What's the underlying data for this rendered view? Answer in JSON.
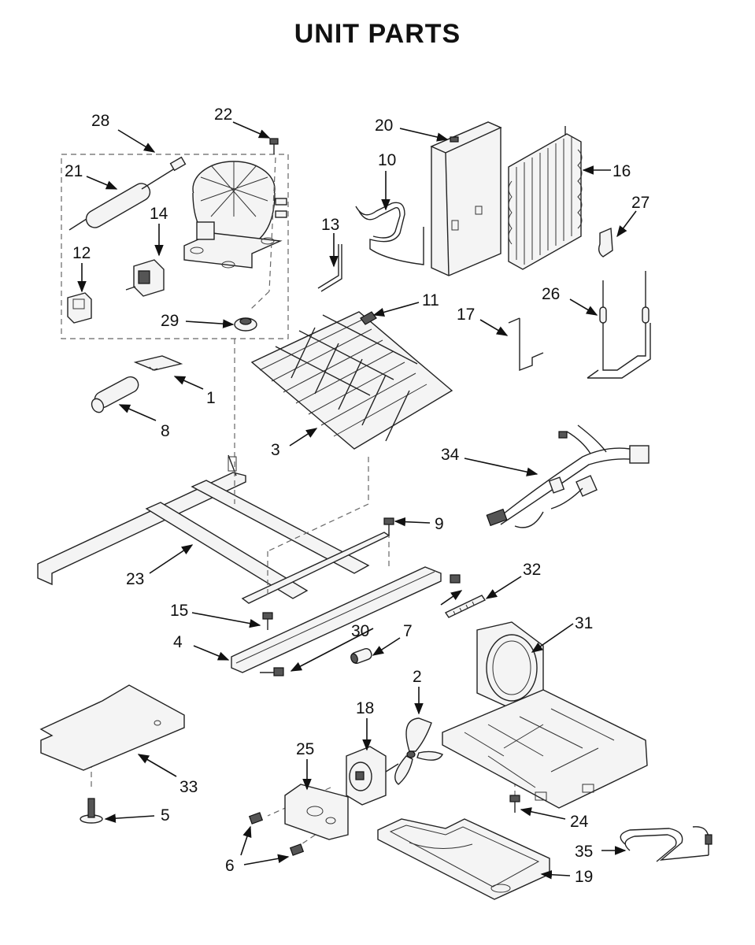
{
  "title": "UNIT PARTS",
  "callouts": [
    {
      "id": "c1",
      "text": "1"
    },
    {
      "id": "c2",
      "text": "2"
    },
    {
      "id": "c3",
      "text": "3"
    },
    {
      "id": "c4",
      "text": "4"
    },
    {
      "id": "c5",
      "text": "5"
    },
    {
      "id": "c6",
      "text": "6"
    },
    {
      "id": "c6b",
      "text": "6"
    },
    {
      "id": "c7",
      "text": "7"
    },
    {
      "id": "c8",
      "text": "8"
    },
    {
      "id": "c9",
      "text": "9"
    },
    {
      "id": "c10",
      "text": "10"
    },
    {
      "id": "c11",
      "text": "11"
    },
    {
      "id": "c12",
      "text": "12"
    },
    {
      "id": "c13",
      "text": "13"
    },
    {
      "id": "c14",
      "text": "14"
    },
    {
      "id": "c15",
      "text": "15"
    },
    {
      "id": "c16",
      "text": "16"
    },
    {
      "id": "c17",
      "text": "17"
    },
    {
      "id": "c18",
      "text": "18"
    },
    {
      "id": "c19",
      "text": "19"
    },
    {
      "id": "c20",
      "text": "20"
    },
    {
      "id": "c21",
      "text": "21"
    },
    {
      "id": "c22",
      "text": "22"
    },
    {
      "id": "c23",
      "text": "23"
    },
    {
      "id": "c24",
      "text": "24"
    },
    {
      "id": "c25",
      "text": "25"
    },
    {
      "id": "c26",
      "text": "26"
    },
    {
      "id": "c27",
      "text": "27"
    },
    {
      "id": "c28",
      "text": "28"
    },
    {
      "id": "c29",
      "text": "29"
    },
    {
      "id": "c30",
      "text": "30"
    },
    {
      "id": "c31",
      "text": "31"
    },
    {
      "id": "c32",
      "text": "32"
    },
    {
      "id": "c33",
      "text": "33"
    },
    {
      "id": "c34",
      "text": "34"
    },
    {
      "id": "c35",
      "text": "35"
    }
  ]
}
